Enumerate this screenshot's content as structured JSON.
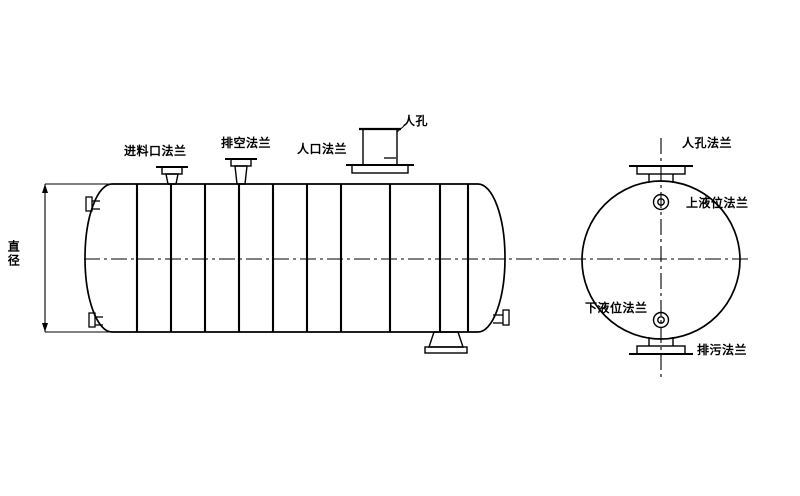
{
  "colors": {
    "line": "#000000",
    "background": "#ffffff"
  },
  "labels": {
    "manhole": "人孔",
    "feed_inlet_flange": "进料口法兰",
    "vent_flange": "排空法兰",
    "inlet_flange": "人口法兰",
    "diameter": "直径",
    "manhole_flange": "人孔法兰",
    "upper_liquid_level_flange": "上液位法兰",
    "lower_liquid_level_flange": "下液位法兰",
    "drain_flange": "排污法兰"
  }
}
